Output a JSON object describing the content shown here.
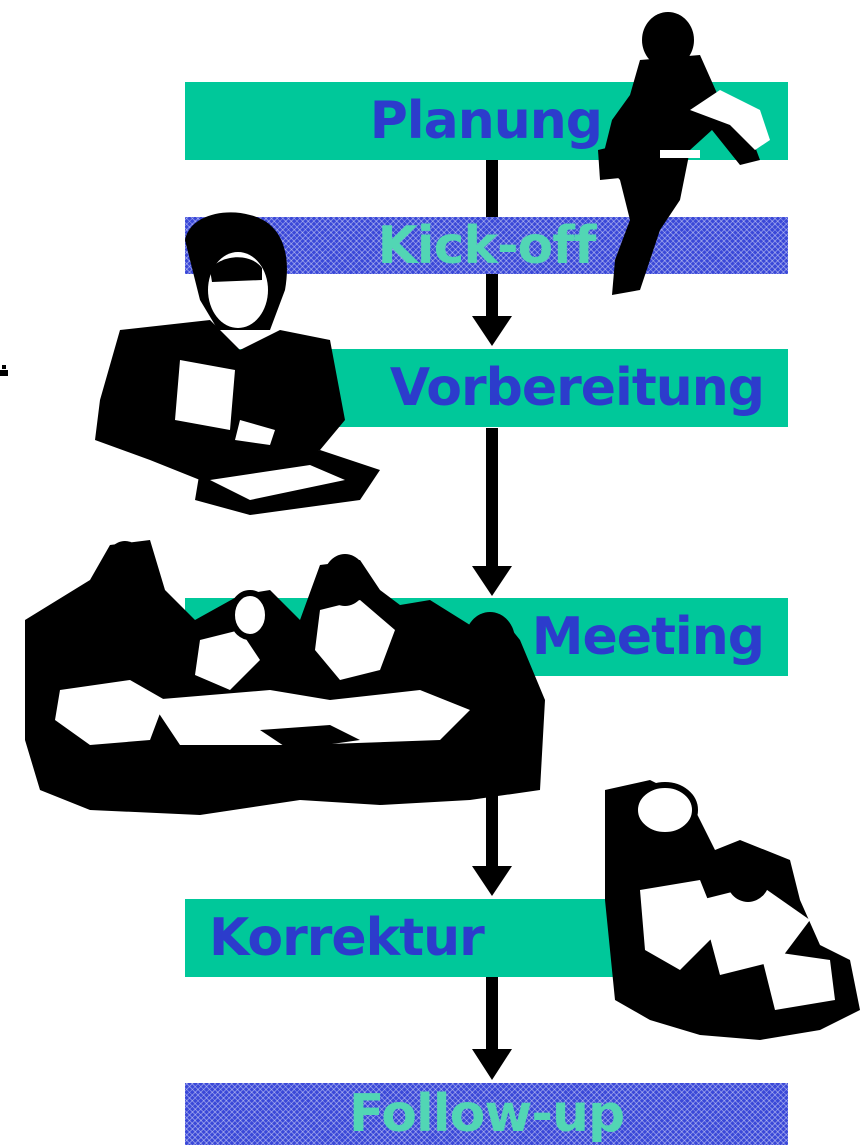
{
  "diagram": {
    "steps": [
      {
        "id": "planung",
        "label": "Planung",
        "style": "solid"
      },
      {
        "id": "kickoff",
        "label": "Kick-off",
        "style": "hatched"
      },
      {
        "id": "vorbereitung",
        "label": "Vorbereitung",
        "style": "solid"
      },
      {
        "id": "meeting",
        "label": "Meeting",
        "style": "solid"
      },
      {
        "id": "korrektur",
        "label": "Korrektur",
        "style": "solid"
      },
      {
        "id": "followup",
        "label": "Follow-up",
        "style": "hatched"
      }
    ],
    "colors": {
      "solid_bar": "#00c89a",
      "solid_text": "#2c3ccc",
      "hatched_bar": "#3a48d8",
      "hatched_text": "#52d6b4",
      "arrow": "#000000"
    },
    "illustrations": [
      {
        "name": "thinking-man-illustration"
      },
      {
        "name": "woman-at-desk-illustration"
      },
      {
        "name": "meeting-group-illustration"
      },
      {
        "name": "person-reading-illustration"
      }
    ]
  }
}
